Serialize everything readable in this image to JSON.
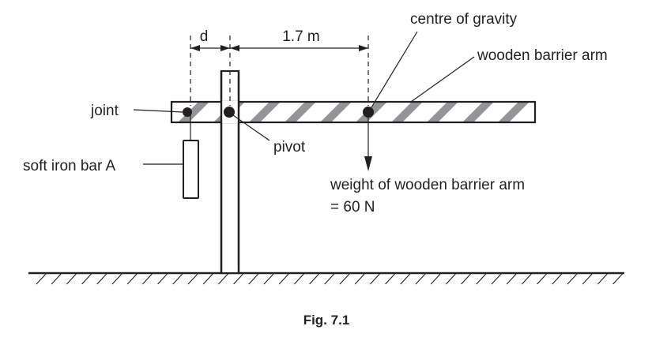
{
  "figure": {
    "caption": "Fig. 7.1",
    "dimensions": {
      "joint_to_pivot_label": "d",
      "pivot_to_centre_label": "1.7 m"
    },
    "labels": {
      "centre_of_gravity": "centre of gravity",
      "barrier_arm": "wooden barrier arm",
      "joint": "joint",
      "pivot": "pivot",
      "iron_bar": "soft iron bar A",
      "weight_line1": "weight of wooden barrier arm",
      "weight_line2": "= 60 N"
    },
    "colors": {
      "ink": "#231f20",
      "stripe": "#939598"
    }
  }
}
